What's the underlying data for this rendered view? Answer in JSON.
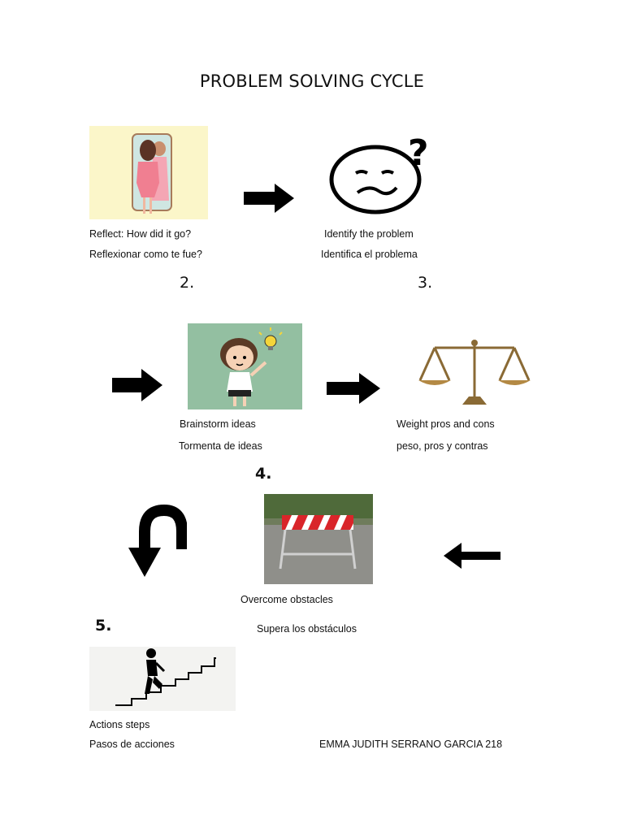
{
  "title": "PROBLEM SOLVING CYCLE",
  "steps": {
    "reflect": {
      "en": "Reflect: How did it go?",
      "es": "Reflexionar como te fue?"
    },
    "identify": {
      "en": "Identify the problem",
      "es": "Identifica el problema"
    },
    "brainstorm": {
      "en": "Brainstorm ideas",
      "es": "Tormenta de ideas"
    },
    "weigh": {
      "en": "Weight pros and cons",
      "es": "peso, pros y contras"
    },
    "overcome": {
      "en": "Overcome obstacles",
      "es": "Supera los obstáculos"
    },
    "actions": {
      "en": "Actions steps",
      "es": "Pasos de acciones"
    }
  },
  "numbers": {
    "n2": "2.",
    "n3": "3.",
    "n4": "4.",
    "n5": "5."
  },
  "author": "EMMA JUDITH SERRANO GARCIA 218",
  "colors": {
    "arrow": "#000000",
    "mirror_bg": "#fbf6c9",
    "brainstorm_bg": "#93bfa1",
    "barrier_red": "#d9252a"
  }
}
